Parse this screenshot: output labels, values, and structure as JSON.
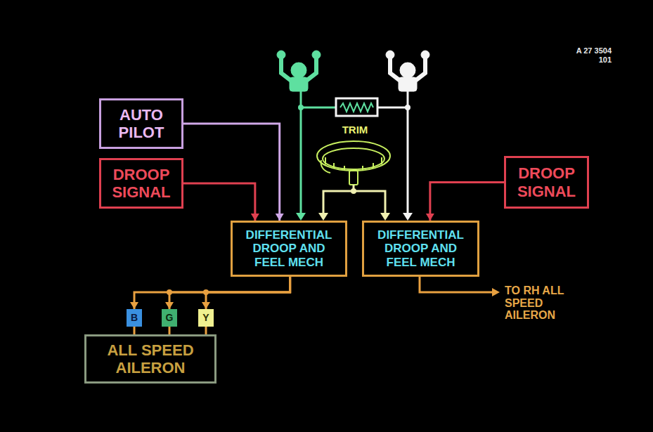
{
  "diagram": {
    "nodes": [
      {
        "text": [
          "AUTO PILOT"
        ]
      },
      {
        "text": [
          "DROOP SIGNAL"
        ]
      },
      {
        "text": [
          "DROOP SIGNAL"
        ]
      },
      {
        "text": [
          "DIFFERENTIAL DROOP AND FEEL MECH"
        ]
      },
      {
        "text": [
          "DIFFERENTIAL DROOP AND FEEL MECH"
        ]
      },
      {
        "text": [
          "B"
        ]
      },
      {
        "text": [
          "G"
        ]
      },
      {
        "text": [
          "Y"
        ]
      },
      {
        "text": [
          "ALL SPEED AILERON"
        ]
      }
    ],
    "edges": [
      {
        "from": 0,
        "to": 3,
        "arrow": "to"
      },
      {
        "from": 1,
        "to": 3,
        "arrow": "to"
      },
      {
        "from": 2,
        "to": 4,
        "arrow": "to"
      },
      {
        "from": 3,
        "to": 5,
        "arrow": "to"
      },
      {
        "from": 3,
        "to": 6,
        "arrow": "to"
      },
      {
        "from": 3,
        "to": 7,
        "arrow": "to"
      },
      {
        "from": 5,
        "to": 8,
        "arrow": "none"
      },
      {
        "from": 6,
        "to": 8,
        "arrow": "none"
      },
      {
        "from": 7,
        "to": 8,
        "arrow": "none"
      }
    ],
    "labels": [
      "A 27 3504",
      "101",
      "TRIM",
      "TO RH ALL SPEED AILERON"
    ]
  }
}
